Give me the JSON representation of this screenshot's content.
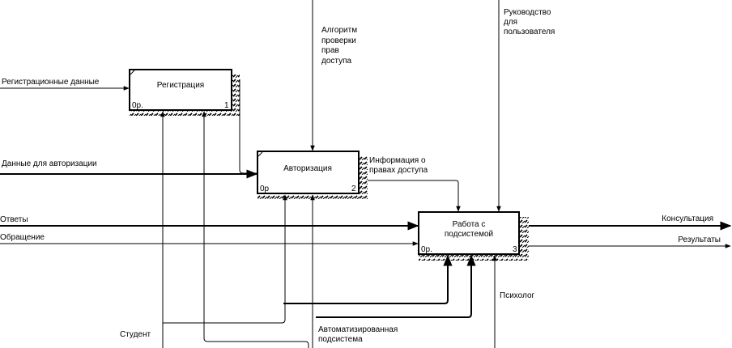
{
  "diagram": {
    "type": "IDEF0",
    "colors": {
      "line": "#000000",
      "background": "#ffffff"
    },
    "boxes": [
      {
        "id": "box1",
        "title_lines": [
          "Регистрация"
        ],
        "cost": "0р.",
        "number": "1"
      },
      {
        "id": "box2",
        "title_lines": [
          "Авторизация"
        ],
        "cost": "0р",
        "number": "2"
      },
      {
        "id": "box3",
        "title_lines": [
          "Работа с",
          "подсистемой"
        ],
        "cost": "0р.",
        "number": "3"
      }
    ],
    "arrows": {
      "inputs": [
        {
          "id": "reg-data",
          "label": "Регистрационные данные",
          "to": "box1"
        },
        {
          "id": "auth-data",
          "label": "Данные для авторизации",
          "to": "box2"
        },
        {
          "id": "answers",
          "label": "Ответы",
          "to": "box3"
        },
        {
          "id": "request",
          "label": "Обращение",
          "to": "box3"
        }
      ],
      "controls": [
        {
          "id": "access-algorithm",
          "label_lines": [
            "Алгоритм",
            "проверки",
            "прав",
            "доступа"
          ],
          "to": "box2"
        },
        {
          "id": "user-guide",
          "label_lines": [
            "Руководство",
            "для",
            "пользователя"
          ],
          "to": "box3"
        }
      ],
      "internal": [
        {
          "id": "access-info",
          "label_lines": [
            "Информация о",
            "правах доступа"
          ],
          "from": "box2",
          "to": "box3"
        },
        {
          "id": "reg-to-auth",
          "label": "",
          "from": "box1",
          "to": "box2"
        }
      ],
      "outputs": [
        {
          "id": "consult",
          "label": "Консультация",
          "from": "box3"
        },
        {
          "id": "results",
          "label": "Результаты",
          "from": "box3"
        }
      ],
      "mechanisms": [
        {
          "id": "student",
          "label": "Студент",
          "to": [
            "box1",
            "box2",
            "box3"
          ]
        },
        {
          "id": "auto-subsystem",
          "label_lines": [
            "Автоматизированная",
            "подсистема"
          ],
          "to": [
            "box1",
            "box2",
            "box3"
          ]
        },
        {
          "id": "psychologist",
          "label": "Психолог",
          "to": [
            "box3"
          ]
        }
      ]
    }
  }
}
